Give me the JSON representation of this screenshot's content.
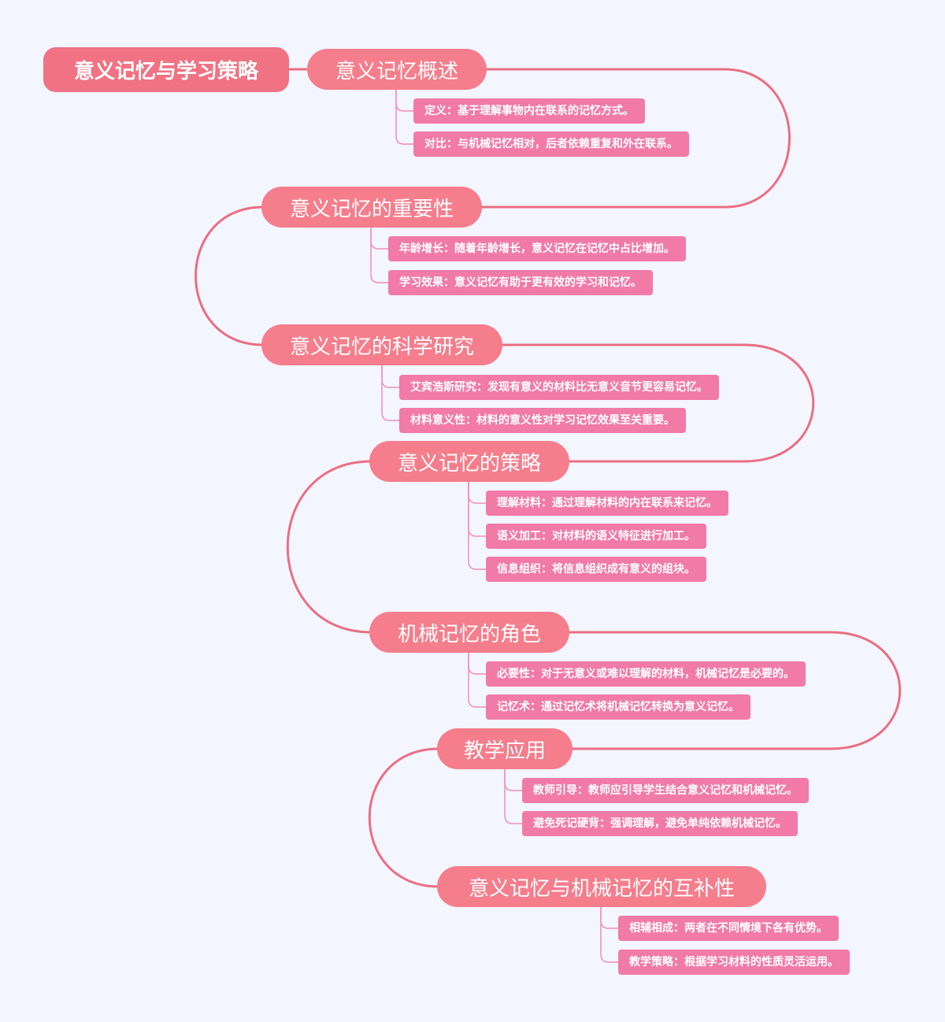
{
  "root": {
    "label": "意义记忆与学习策略"
  },
  "colors": {
    "background": "#f3f5ff",
    "root": "#f07283",
    "branch": "#f67d8c",
    "leaf": "#f27aa6",
    "connector": "#ea6e82",
    "leaf_connector": "#f08fb8"
  },
  "topics": [
    {
      "label": "意义记忆概述",
      "children": [
        "定义：基于理解事物内在联系的记忆方式。",
        "对比：与机械记忆相对，后者依赖重复和外在联系。"
      ]
    },
    {
      "label": "意义记忆的重要性",
      "children": [
        "年龄增长：随着年龄增长，意义记忆在记忆中占比增加。",
        "学习效果：意义记忆有助于更有效的学习和记忆。"
      ]
    },
    {
      "label": "意义记忆的科学研究",
      "children": [
        "艾宾浩斯研究：发现有意义的材料比无意义音节更容易记忆。",
        "材料意义性：材料的意义性对学习记忆效果至关重要。"
      ]
    },
    {
      "label": "意义记忆的策略",
      "children": [
        "理解材料：通过理解材料的内在联系来记忆。",
        "语义加工：对材料的语义特征进行加工。",
        "信息组织：将信息组织成有意义的组块。"
      ]
    },
    {
      "label": "机械记忆的角色",
      "children": [
        "必要性：对于无意义或难以理解的材料，机械记忆是必要的。",
        "记忆术：通过记忆术将机械记忆转换为意义记忆。"
      ]
    },
    {
      "label": "教学应用",
      "children": [
        "教师引导：教师应引导学生结合意义记忆和机械记忆。",
        "避免死记硬背：强调理解，避免单纯依赖机械记忆。"
      ]
    },
    {
      "label": "意义记忆与机械记忆的互补性",
      "children": [
        "相辅相成：两者在不同情境下各有优势。",
        "教学策略：根据学习材料的性质灵活运用。"
      ]
    }
  ]
}
